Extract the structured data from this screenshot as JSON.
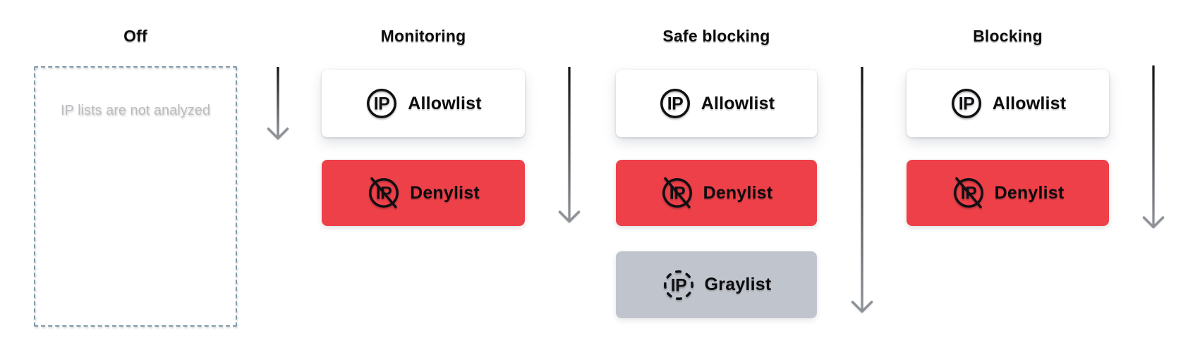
{
  "diagram": {
    "icon_ip_label": "IP",
    "columns": [
      {
        "id": "off",
        "title": "Off",
        "empty_text": "IP lists are not analyzed",
        "cards": []
      },
      {
        "id": "monitoring",
        "title": "Monitoring",
        "cards": [
          {
            "label": "Allowlist",
            "type": "allowlist"
          },
          {
            "label": "Denylist",
            "type": "denylist"
          }
        ]
      },
      {
        "id": "safe-blocking",
        "title": "Safe blocking",
        "cards": [
          {
            "label": "Allowlist",
            "type": "allowlist"
          },
          {
            "label": "Denylist",
            "type": "denylist"
          },
          {
            "label": "Graylist",
            "type": "graylist"
          }
        ]
      },
      {
        "id": "blocking",
        "title": "Blocking",
        "cards": [
          {
            "label": "Allowlist",
            "type": "allowlist"
          },
          {
            "label": "Denylist",
            "type": "denylist"
          }
        ]
      }
    ],
    "colors": {
      "allowlist_bg": "#FFFFFF",
      "denylist_bg": "#EE4049",
      "graylist_bg": "#C0C4CD",
      "dashed_border": "#7E9BAA",
      "empty_text": "#BABCBF",
      "icon_stroke": "#101013",
      "arrow_top": "#131316",
      "arrow_bottom": "#8E9298"
    }
  }
}
